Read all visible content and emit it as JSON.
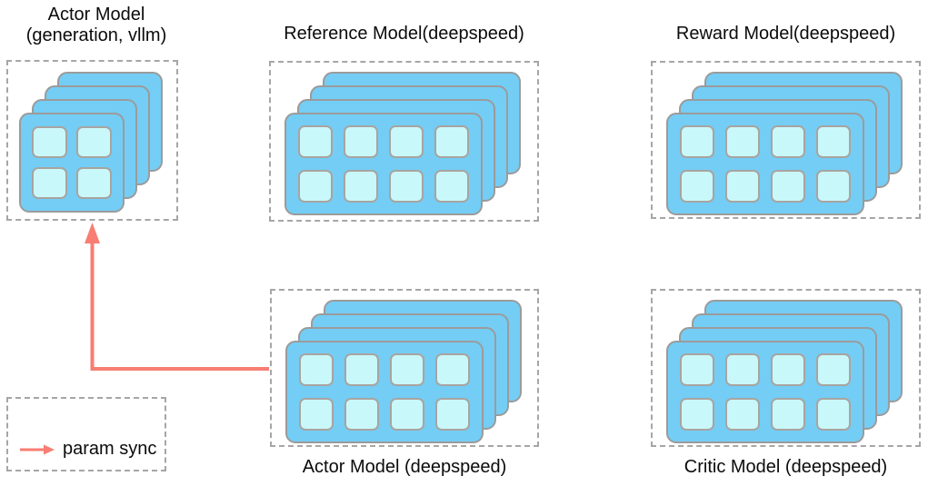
{
  "colors": {
    "gpu_card": "#74cdf5",
    "gpu_cell": "#c9f8fb",
    "card_border": "#9b9b9b",
    "cell_border": "#a8a49f",
    "box_border": "#a6a6a6",
    "arrow_red": "#f87d72",
    "text": "#0b0b0b"
  },
  "nodes": [
    {
      "id": "actor-vllm",
      "title": "Actor Model",
      "subtitle": "(generation, vllm)",
      "gpus": {
        "layers": 4,
        "rows": 2,
        "cols": 2
      }
    },
    {
      "id": "reference",
      "title": "Reference Model(deepspeed)",
      "gpus": {
        "layers": 4,
        "rows": 2,
        "cols": 4
      }
    },
    {
      "id": "reward",
      "title": "Reward Model(deepspeed)",
      "gpus": {
        "layers": 4,
        "rows": 2,
        "cols": 4
      }
    },
    {
      "id": "actor-deepspeed",
      "title": "Actor Model (deepspeed)",
      "gpus": {
        "layers": 4,
        "rows": 2,
        "cols": 4
      }
    },
    {
      "id": "critic",
      "title": "Critic Model (deepspeed)",
      "gpus": {
        "layers": 4,
        "rows": 2,
        "cols": 4
      }
    }
  ],
  "legend": {
    "label": "param sync"
  },
  "connections": [
    {
      "from": "actor-deepspeed",
      "to": "actor-vllm",
      "type": "param sync"
    }
  ]
}
